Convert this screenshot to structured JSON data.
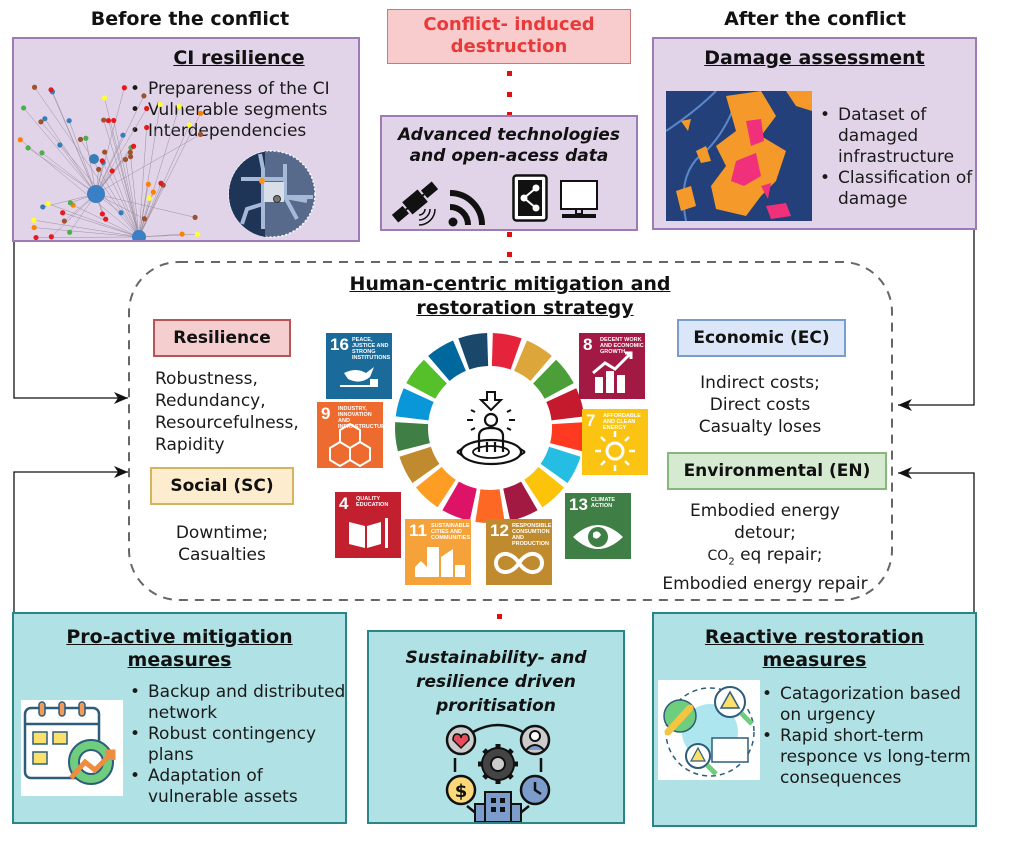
{
  "phases": {
    "before": "Before the conflict",
    "after": "After the conflict"
  },
  "destruction": {
    "title": "Conflict- induced destruction",
    "color": "#e83a3a"
  },
  "ci_resilience": {
    "title": "CI resilience",
    "bullets": [
      "Prepareness of the CI",
      "Vulnerable segments",
      "Interdependencies"
    ],
    "icons": [
      "network-graph-icon",
      "infrastructure-map-icon"
    ]
  },
  "advanced_tech": {
    "title_line1": "Advanced technologies",
    "title_line2": "and open-acess data",
    "icons": [
      "satellite-icon",
      "wifi-signal-icon",
      "share-icon",
      "computer-monitor-icon"
    ]
  },
  "damage_assessment": {
    "title": "Damage assessment",
    "bullets": [
      "Dataset of damaged infrastructure",
      "Classification of damage"
    ],
    "icons": [
      "damage-map-icon"
    ]
  },
  "strategy": {
    "title_line1": "Human-centric mitigation and",
    "title_line2": "restoration strategy",
    "center_icon": "person-target-icon"
  },
  "categories": {
    "resilience": {
      "label": "Resilience",
      "items": [
        "Robustness,",
        "Redundancy,",
        "Resourcefulness,",
        "Rapidity"
      ],
      "bg": "#f5cfd0",
      "border": "#b95556"
    },
    "social": {
      "label": "Social (SC)",
      "items": [
        "Downtime;",
        "Casualties"
      ],
      "bg": "#fdeccd",
      "border": "#d6b35e"
    },
    "economic": {
      "label": "Economic (EC)",
      "items": [
        "Indirect  costs;",
        "Direct costs",
        "Casualty loses"
      ],
      "bg": "#dbe7f8",
      "border": "#7a9dcc"
    },
    "environmental": {
      "label": "Environmental (EN)",
      "items": [
        "Embodied energy",
        "detour;",
        "CO",
        "2",
        " eq repair;",
        "Embodied energy repair"
      ],
      "bg": "#d6ead2",
      "border": "#87b77d"
    }
  },
  "sdgs": [
    {
      "num": "16",
      "label": "Peace, justice and strong institutions",
      "color": "#1a6a9a",
      "icon": "dove-gavel-icon"
    },
    {
      "num": "9",
      "label": "Industry, innovation and infrastructure",
      "color": "#ee6b2f",
      "icon": "cubes-icon"
    },
    {
      "num": "4",
      "label": "Quality education",
      "color": "#c3202f",
      "icon": "book-pencil-icon"
    },
    {
      "num": "11",
      "label": "Sustainable cities and communities",
      "color": "#f5a23a",
      "icon": "city-buildings-icon"
    },
    {
      "num": "12",
      "label": "Responsible consumtion and production",
      "color": "#bf8b2e",
      "icon": "infinity-icon"
    },
    {
      "num": "8",
      "label": "Decent work and economic growth",
      "color": "#a21a44",
      "icon": "growth-chart-icon"
    },
    {
      "num": "7",
      "label": "Affordable and clean energy",
      "color": "#fbc412",
      "icon": "sun-power-icon"
    },
    {
      "num": "13",
      "label": "Climate action",
      "color": "#3f7e44",
      "icon": "earth-eye-icon"
    }
  ],
  "sdg_wheel_colors": [
    "#e5243b",
    "#dda63a",
    "#4c9f38",
    "#c5192d",
    "#ff3a21",
    "#26bde2",
    "#fcc30b",
    "#a21942",
    "#fd6925",
    "#dd1367",
    "#fd9d24",
    "#bf8b2e",
    "#3f7e44",
    "#0a97d9",
    "#56c02b",
    "#00689d",
    "#19486a",
    "#e5243b",
    "#dda63a"
  ],
  "proactive": {
    "title_line1": "Pro-active mitigation",
    "title_line2": "measures",
    "bullets": [
      "Backup and distributed network",
      "Robust contingency plans",
      "Adaptation of vulnerable assets"
    ],
    "icons": [
      "calendar-gear-icon"
    ]
  },
  "prioritisation": {
    "title_line1": "Sustainability- and",
    "title_line2": "resilience driven",
    "title_line3": "proritisation",
    "icons": [
      "heart-icon",
      "user-icon",
      "gear-icon",
      "dollar-icon",
      "clock-icon",
      "building-icon"
    ]
  },
  "reactive": {
    "title_line1": "Reactive restoration",
    "title_line2": "measures",
    "bullets": [
      "Catagorization based on urgency",
      "Rapid short-term responce vs long-term consequences"
    ],
    "icons": [
      "wrench-gear-warning-icon"
    ]
  }
}
